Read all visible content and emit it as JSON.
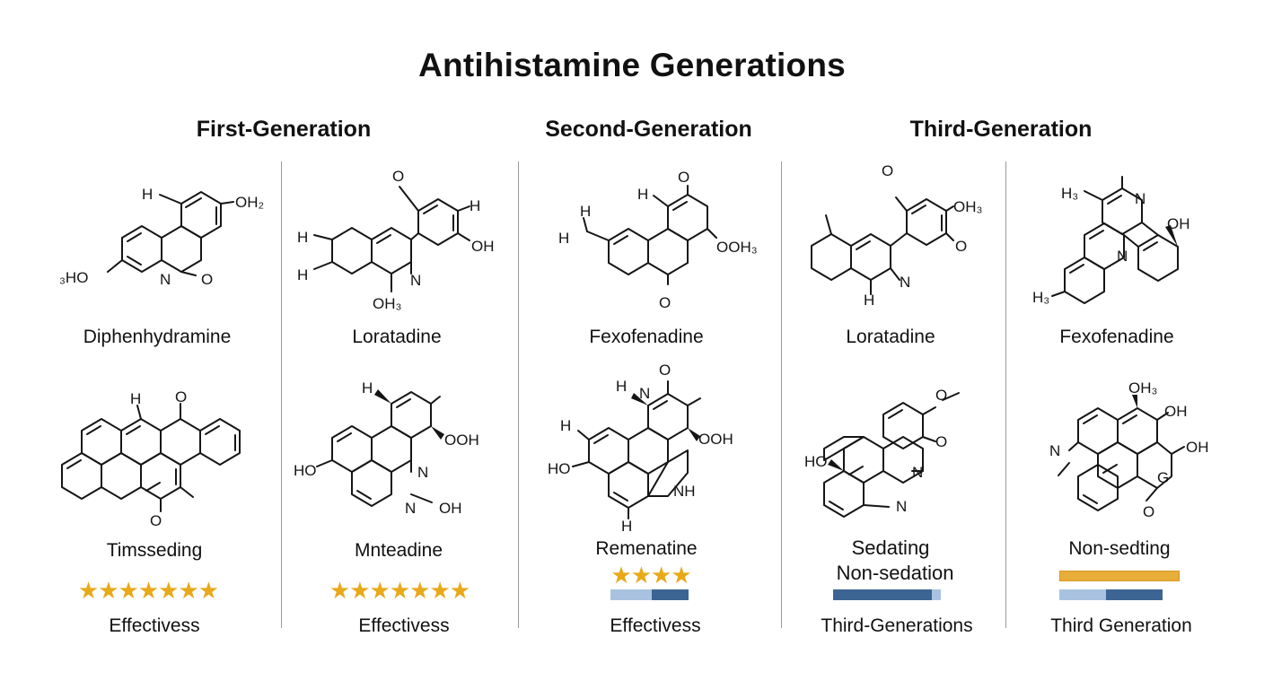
{
  "title": "Antihistamine Generations",
  "columns": [
    {
      "heading": "First-Generation"
    },
    {
      "heading": "Second-Generation"
    },
    {
      "heading": "Third-Generation"
    }
  ],
  "molecule_labels": {
    "m1": "Diphenhydramine",
    "m2": "Loratadine",
    "m3": "Fexofenadine",
    "m4": "Loratadine",
    "m5": "Fexofenadine",
    "m6": "Timsseding",
    "m7": "Mnteadine",
    "m8": "Remenatine",
    "m9_line1": "Sedating",
    "m9_line2": "Non-sedation",
    "m10": "Non-sedting"
  },
  "atom_labels": {
    "m1": [
      "H",
      "OH₂",
      "₃HO",
      "N",
      "O"
    ],
    "m2": [
      "O",
      "H",
      "H",
      "H",
      "OH",
      "OH₃",
      "N"
    ],
    "m3": [
      "H",
      "H",
      "H",
      "O",
      "OOH₃",
      "O"
    ],
    "m4": [
      "O",
      "OH₃",
      "O",
      "H",
      "N"
    ],
    "m5": [
      "H₃",
      "N",
      "OH",
      "H₃",
      "N"
    ],
    "m6": [
      "H",
      "O",
      "O"
    ],
    "m7": [
      "H",
      "OOH",
      "HO",
      "N",
      "N",
      "OH"
    ],
    "m8": [
      "H",
      "N",
      "O",
      "H",
      "HO",
      "OOH",
      "NH",
      "H"
    ],
    "m9": [
      "O",
      "O",
      "HO",
      "N",
      "N"
    ],
    "m10": [
      "OH₃",
      "OH",
      "N",
      "OH",
      "G",
      "O"
    ]
  },
  "ratings": {
    "col1_stars": 7,
    "col2_stars": 7,
    "col3_stars": 4,
    "col3_bar_fill": 0.47,
    "col4_bar_fill": 0.92,
    "col5_bar_fill": 0.55,
    "star_color": "#e8a91a",
    "bar_dark": "#3d6593",
    "bar_light": "#a9c2e0",
    "bar_gold": "#e8ad38"
  },
  "footer_labels": {
    "c1": "Effectivess",
    "c2": "Effectivess",
    "c3": "Effectivess",
    "c4": "Third-Generations",
    "c5": "Third Generation"
  }
}
